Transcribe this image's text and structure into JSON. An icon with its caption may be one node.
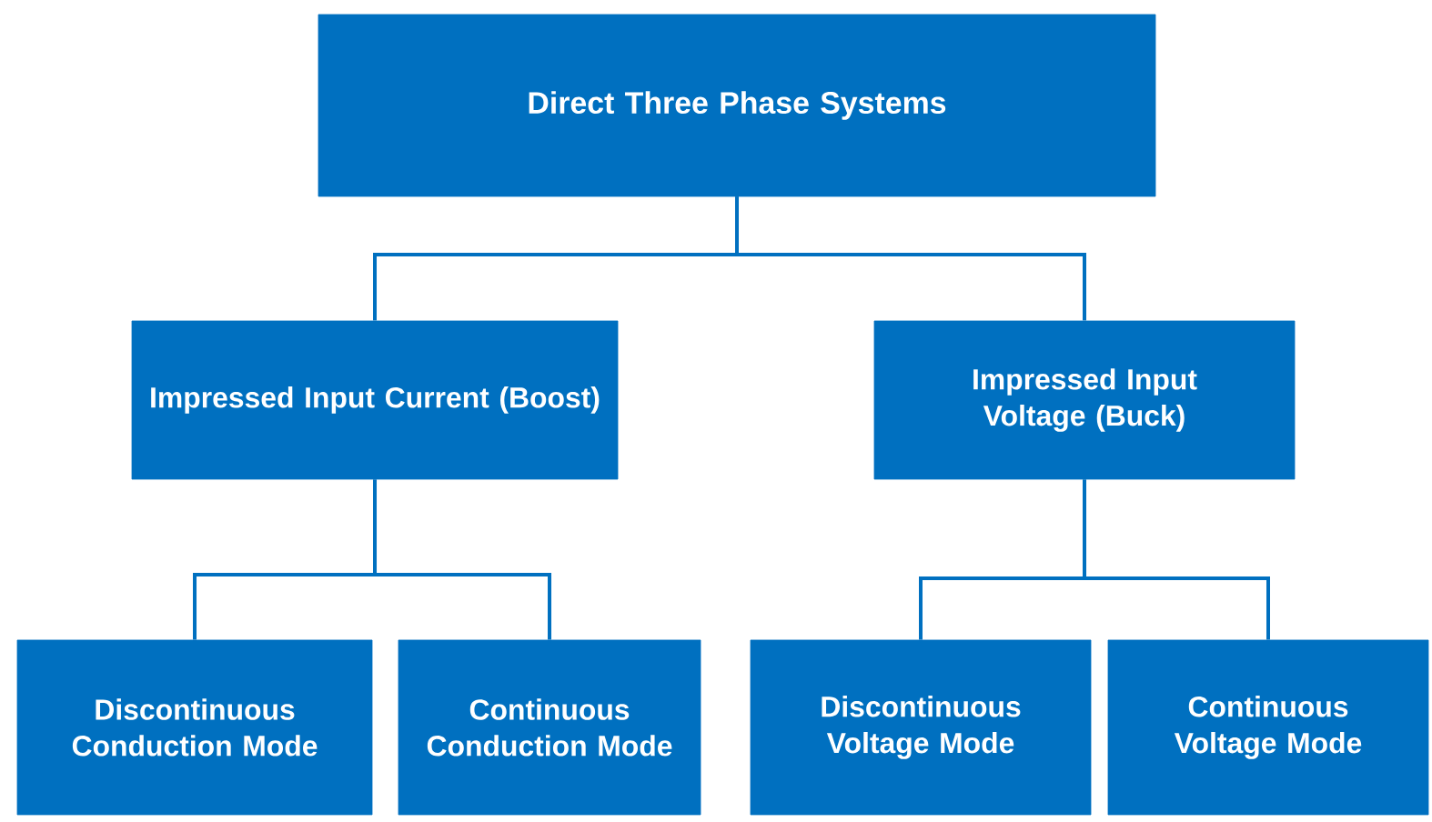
{
  "diagram": {
    "nodes": [
      {
        "text": [
          "Direct Three Phase Systems"
        ]
      },
      {
        "text": [
          "Impressed Input Current (Boost)"
        ]
      },
      {
        "text": [
          "Impressed Input Voltage (Buck)"
        ]
      },
      {
        "text": [
          "Discontinuous Conduction Mode"
        ]
      },
      {
        "text": [
          "Continuous Conduction Mode"
        ]
      },
      {
        "text": [
          "Discontinuous Voltage Mode"
        ]
      },
      {
        "text": [
          "Continuous Voltage Mode"
        ]
      }
    ],
    "edges": [
      {
        "from": 0,
        "to": 1,
        "arrow": "none"
      },
      {
        "from": 0,
        "to": 2,
        "arrow": "none"
      },
      {
        "from": 1,
        "to": 3,
        "arrow": "none"
      },
      {
        "from": 1,
        "to": 4,
        "arrow": "none"
      },
      {
        "from": 2,
        "to": 5,
        "arrow": "none"
      },
      {
        "from": 2,
        "to": 6,
        "arrow": "none"
      }
    ]
  }
}
